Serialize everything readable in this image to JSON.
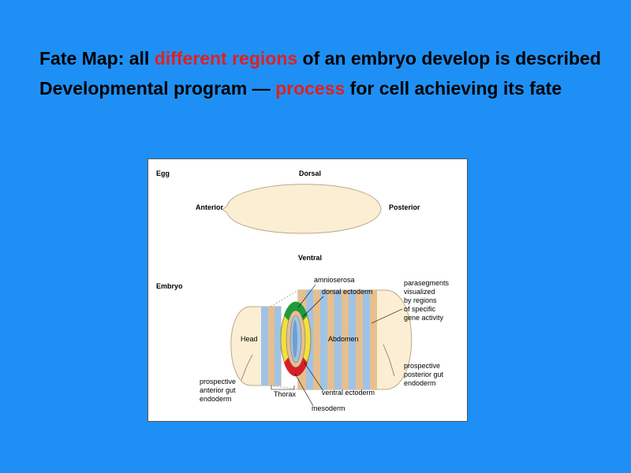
{
  "bullets": [
    {
      "parts": [
        "Fate Map",
        ": all ",
        "different regions",
        " of an embryo develop is described"
      ]
    },
    {
      "parts": [
        "Developmental program — ",
        "process",
        " for cell achieving its fate"
      ]
    }
  ],
  "figure": {
    "egg_label": "Egg",
    "dorsal": "Dorsal",
    "anterior": "Anterior",
    "posterior": "Posterior",
    "ventral": "Ventral",
    "embryo_label": "Embryo",
    "amnioserosa": "amnioserosa",
    "dorsal_ectoderm": "dorsal ectoderm",
    "parasegments": [
      "parasegments",
      "visualized",
      "by regions",
      "of specific",
      "gene activity"
    ],
    "head": "Head",
    "abdomen": "Abdomen",
    "prospective_anterior": [
      "prospective",
      "anterior gut",
      "endoderm"
    ],
    "thorax": "Thorax",
    "ventral_ectoderm": "ventral ectoderm",
    "mesoderm": "mesoderm",
    "prospective_posterior": [
      "prospective",
      "posterior gut",
      "endoderm"
    ]
  },
  "colors": {
    "background": "#1e90f5",
    "highlight": "#e02020",
    "egg_fill": "#fbeed2",
    "band_blue": "#9fc3e6",
    "band_tan": "#e6bf8f",
    "amnioserosa": "#1d9b3a",
    "mesoderm": "#d61f26",
    "ectoderm_ring": "#f3e03a"
  }
}
